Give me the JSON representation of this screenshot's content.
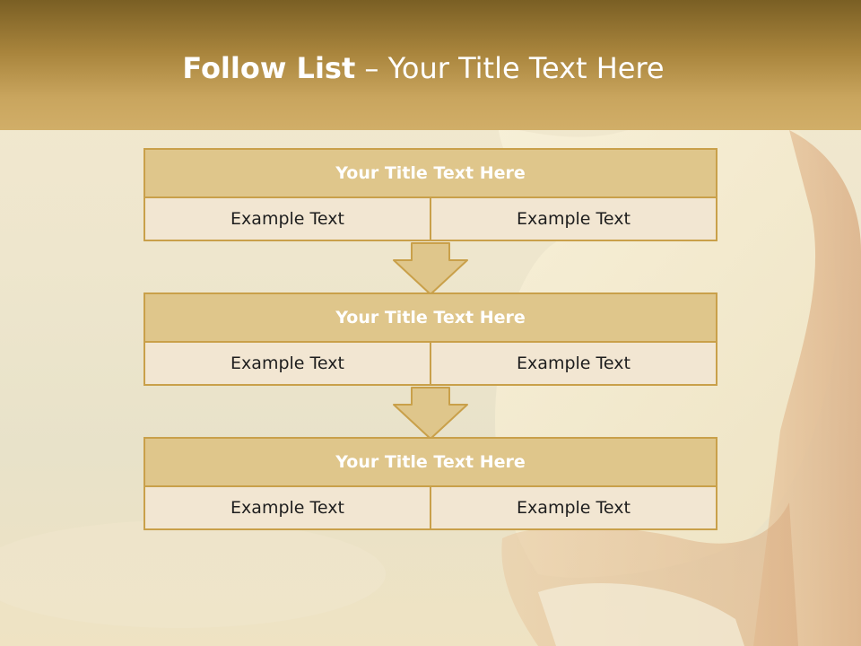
{
  "slide": {
    "title_bold": "Follow List",
    "title_rest": " – Your Title Text Here"
  },
  "steps": [
    {
      "title": "Your Title Text Here",
      "left": "Example Text",
      "right": "Example Text"
    },
    {
      "title": "Your Title Text Here",
      "left": "Example Text",
      "right": "Example Text"
    },
    {
      "title": "Your Title Text Here",
      "left": "Example Text",
      "right": "Example Text"
    }
  ],
  "colors": {
    "header": "#a8843c",
    "block_title_fill": "#dfc68b",
    "block_border": "#c9a04a",
    "cell_fill": "#f2e6d2",
    "arrow_fill": "#dfc68b"
  },
  "icons": [
    "down-arrow-icon",
    "down-arrow-icon"
  ]
}
